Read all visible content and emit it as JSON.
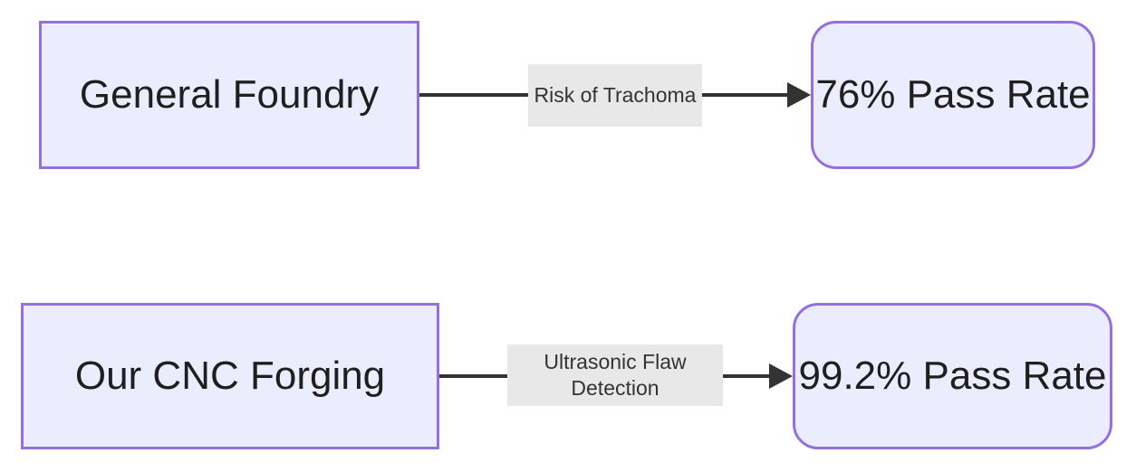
{
  "diagram": {
    "type": "flowchart",
    "direction": "left-to-right",
    "colors": {
      "background": "#ffffff",
      "node_fill": "#ECECFF",
      "node_border": "#9370DB",
      "edge_color": "#333333",
      "edge_label_background": "#e8e8e8",
      "node_text": "#1f1f1f",
      "edge_label_text": "#333333"
    },
    "rows": [
      {
        "source": {
          "label": "General Foundry",
          "shape": "rectangle"
        },
        "edge": {
          "label_lines": [
            "Risk of Trachoma"
          ]
        },
        "target": {
          "label": "76% Pass Rate",
          "shape": "rounded-rectangle"
        }
      },
      {
        "source": {
          "label": "Our CNC Forging",
          "shape": "rectangle"
        },
        "edge": {
          "label_lines": [
            "Ultrasonic Flaw",
            "Detection"
          ]
        },
        "target": {
          "label": "99.2% Pass Rate",
          "shape": "rounded-rectangle"
        }
      }
    ]
  }
}
